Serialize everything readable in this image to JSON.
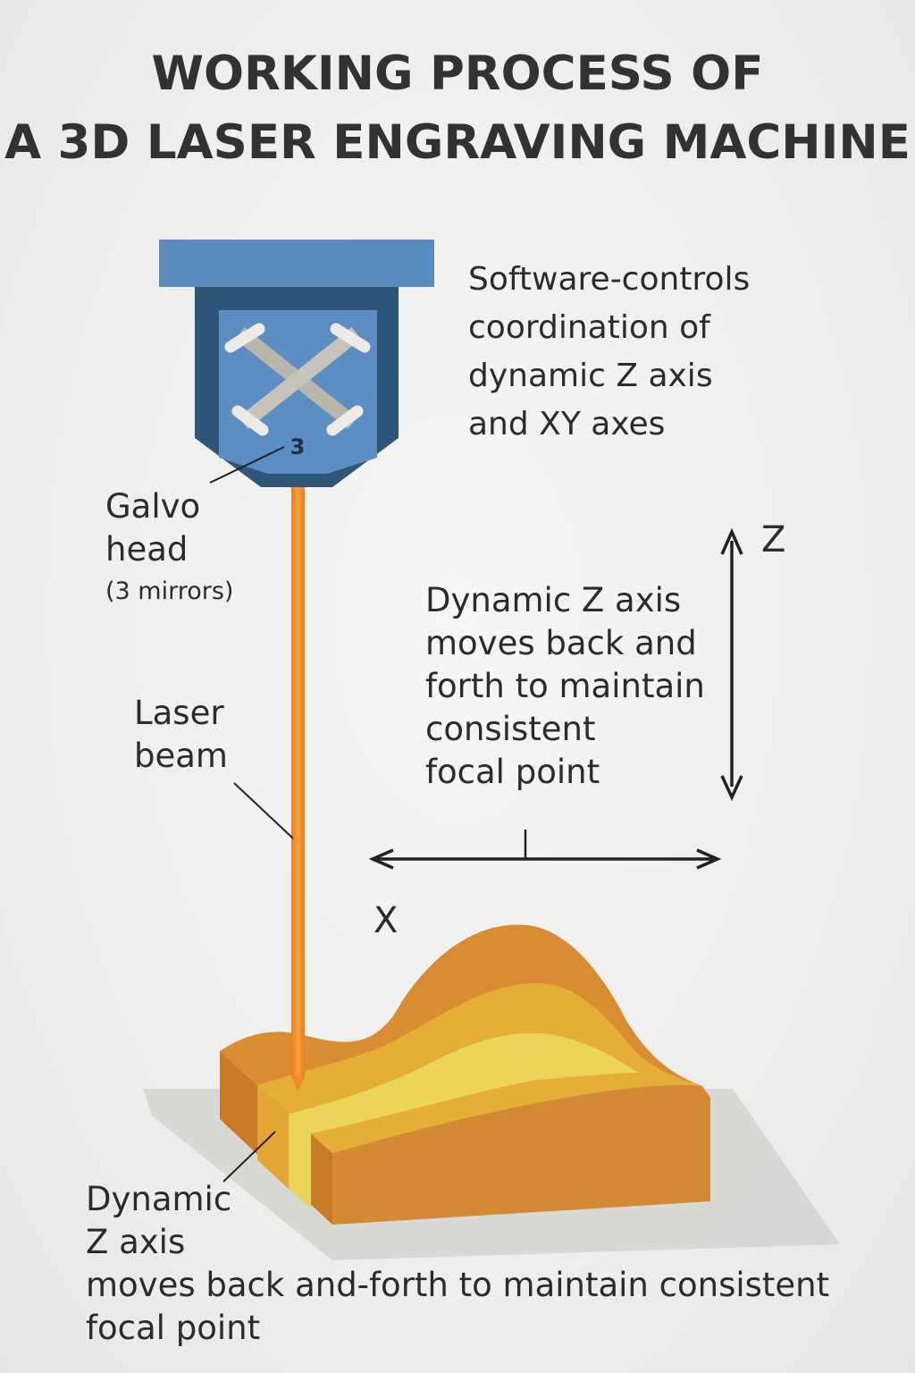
{
  "title": {
    "line1": "WORKING PROCESS OF",
    "line2": "A 3D LASER ENGRAVING MACHINE"
  },
  "software_note": {
    "line1": "Software-controls",
    "line2": "coordination of",
    "line3": "dynamic Z axis",
    "line4": "and XY axes"
  },
  "galvo_head": {
    "mirror_count_label": "3",
    "line1": "Galvo",
    "line2": "head",
    "line3": "(3 mirrors)"
  },
  "laser_beam": {
    "line1": "Laser",
    "line2": "beam"
  },
  "z_axis_note": {
    "line1": "Dynamic Z axis",
    "line2": "moves back and",
    "line3": "forth to maintain",
    "line4": "consistent",
    "line5": "focal point"
  },
  "axes": {
    "z_label": "Z",
    "x_label": "X"
  },
  "bottom_note": {
    "line1": "Dynamic",
    "line2": "Z axis",
    "line3": "moves back and-forth to maintain consistent",
    "line4": "focal point"
  },
  "colors": {
    "head_blue": "#5b8cc0",
    "head_dark": "#2f5678",
    "beam_orange": "#f08a24",
    "workpiece_orange": "#d88a34",
    "workpiece_gold": "#e6b23a",
    "workpiece_yellow": "#ecd45a"
  },
  "icons": [
    "mirror-cross-icon",
    "double-arrow-vertical-icon",
    "double-arrow-horizontal-icon"
  ]
}
